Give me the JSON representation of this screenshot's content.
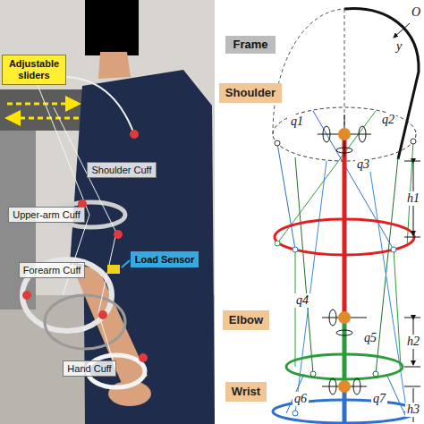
{
  "diagram": {
    "nodes": [
      {
        "text": [
          "Adjustable sliders"
        ]
      },
      {
        "text": [
          "Shoulder Cuff"
        ]
      },
      {
        "text": [
          "Upper-arm Cuff"
        ]
      },
      {
        "text": [
          "Load Sensor"
        ]
      },
      {
        "text": [
          "Forearm Cuff"
        ]
      },
      {
        "text": [
          "Hand Cuff"
        ]
      },
      {
        "text": [
          "Frame"
        ]
      },
      {
        "text": [
          "Shoulder"
        ]
      },
      {
        "text": [
          "Elbow"
        ]
      },
      {
        "text": [
          "Wrist"
        ]
      }
    ],
    "labels": [
      "O",
      "y",
      "q1",
      "q2",
      "q3",
      "h1",
      "q4",
      "q5",
      "h2",
      "q6",
      "q7",
      "h3"
    ]
  }
}
